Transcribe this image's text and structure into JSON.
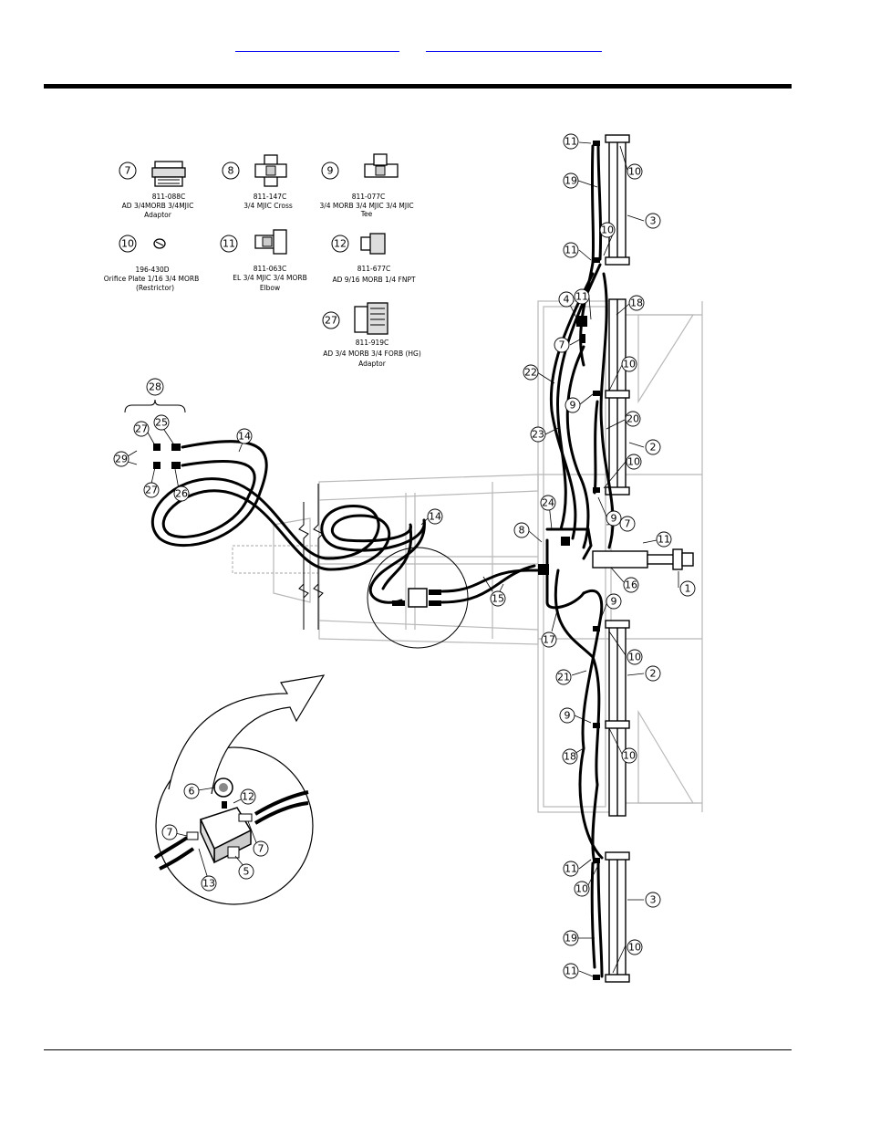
{
  "header": {
    "links": [
      "",
      ""
    ]
  },
  "parts": [
    {
      "callout": "7",
      "number": "811-088C",
      "desc1": "AD 3/4MORB 3/4MJIC",
      "desc2": "Adaptor",
      "icon": "adaptor-fitting-icon"
    },
    {
      "callout": "8",
      "number": "811-147C",
      "desc1": "3/4 MJIC Cross",
      "desc2": "",
      "icon": "cross-fitting-icon"
    },
    {
      "callout": "9",
      "number": "811-077C",
      "desc1": "3/4 MORB 3/4 MJIC 3/4 MJIC",
      "desc2": "Tee",
      "icon": "tee-fitting-icon"
    },
    {
      "callout": "10",
      "number": "196-430D",
      "desc1": "Orifice Plate 1/16 3/4 MORB",
      "desc2": "(Restrictor)",
      "icon": "orifice-plate-icon"
    },
    {
      "callout": "11",
      "number": "811-063C",
      "desc1": "EL 3/4 MJIC 3/4 MORB",
      "desc2": "Elbow",
      "icon": "elbow-fitting-icon"
    },
    {
      "callout": "12",
      "number": "811-677C",
      "desc1": "AD 9/16 MORB 1/4 FNPT",
      "desc2": "",
      "icon": "adaptor-small-icon"
    },
    {
      "callout": "27",
      "number": "811-919C",
      "desc1": "AD 3/4 MORB 3/4 FORB (HG)",
      "desc2": "Adaptor",
      "icon": "adaptor-forb-icon"
    }
  ],
  "callouts": {
    "c28": "28",
    "c27a": "27",
    "c25": "25",
    "c29": "29",
    "c27b": "27",
    "c26": "26",
    "c14a": "14",
    "c14b": "14",
    "c11a": "11",
    "c10a": "10",
    "c19a": "19",
    "c3a": "3",
    "c10b": "10",
    "c11b": "11",
    "c4": "4",
    "c11c": "11",
    "c18a": "18",
    "c7a": "7",
    "c22": "22",
    "c10c": "10",
    "c9a": "9",
    "c20": "20",
    "c23": "23",
    "c2a": "2",
    "c10d": "10",
    "c24": "24",
    "c9b": "9",
    "c7b": "7",
    "c11d": "11",
    "c8": "8",
    "c16": "16",
    "c1": "1",
    "c15": "15",
    "c17": "17",
    "c9c": "9",
    "c10e": "10",
    "c21": "21",
    "c2b": "2",
    "c9d": "9",
    "c10f": "10",
    "c18b": "18",
    "c11e": "11",
    "c10g": "10",
    "c3b": "3",
    "c19b": "19",
    "c10h": "10",
    "c11f": "11",
    "c6": "6",
    "c12": "12",
    "c7c": "7",
    "c7d": "7",
    "c13": "13",
    "c5": "5"
  }
}
